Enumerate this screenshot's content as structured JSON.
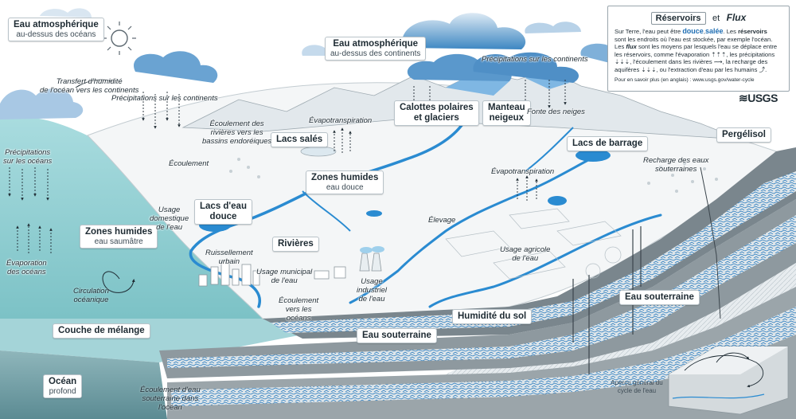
{
  "reservoirs": {
    "atmo_ocean": {
      "title": "Eau atmosphérique",
      "sub": "au-dessus des océans"
    },
    "atmo_continent": {
      "title": "Eau atmosphérique",
      "sub": "au-dessus des continents"
    },
    "calottes": {
      "title": "Calottes polaires",
      "title2": "et glaciers"
    },
    "manteau": {
      "title": "Manteau",
      "title2": "neigeux"
    },
    "lacs_sales": {
      "title": "Lacs salés"
    },
    "lacs_barrage": {
      "title": "Lacs de barrage"
    },
    "pergelisol": {
      "title": "Pergélisol"
    },
    "zones_humides_douce": {
      "title": "Zones humides",
      "sub": "eau douce"
    },
    "lacs_douce": {
      "title": "Lacs d'eau",
      "title2": "douce"
    },
    "zones_humides_saumatre": {
      "title": "Zones humides",
      "sub": "eau saumâtre"
    },
    "rivieres": {
      "title": "Rivières"
    },
    "eau_souterraine_right": {
      "title": "Eau souterraine"
    },
    "humidite_sol": {
      "title": "Humidité du sol"
    },
    "eau_souterraine_center": {
      "title": "Eau souterraine"
    },
    "couche_melange": {
      "title": "Couche de mélange"
    },
    "ocean_profond": {
      "title": "Océan",
      "sub": "profond"
    }
  },
  "fluxes": {
    "transfert": {
      "l1": "Transfert d'humidité",
      "l2": "de l'océan vers les continents"
    },
    "precip_cont_left": {
      "l1": "Précipitations sur les continents"
    },
    "precip_ocean": {
      "l1": "Précipitations",
      "l2": "sur les océans"
    },
    "ecoulement_rivieres": {
      "l1": "Écoulement des",
      "l2": "rivières vers les",
      "l3": "bassins endoréiques"
    },
    "evapotranspiration_1": {
      "l1": "Évapotranspiration"
    },
    "precip_cont_right": {
      "l1": "Précipitations sur les continents"
    },
    "fonte_neiges": {
      "l1": "Fonte des neiges"
    },
    "recharge": {
      "l1": "Recharge des eaux",
      "l2": "souterraines"
    },
    "ecoulement": {
      "l1": "Écoulement"
    },
    "evapotranspiration_2": {
      "l1": "Évapotranspiration"
    },
    "usage_domestique": {
      "l1": "Usage",
      "l2": "domestique",
      "l3": "de l'eau"
    },
    "elevage": {
      "l1": "Élevage"
    },
    "evaporation_oceans": {
      "l1": "Évaporation",
      "l2": "des océans"
    },
    "ruissellement": {
      "l1": "Ruissellement",
      "l2": "urbain"
    },
    "usage_agricole": {
      "l1": "Usage agricole",
      "l2": "de l'eau"
    },
    "usage_municipal": {
      "l1": "Usage municipal",
      "l2": "de l'eau"
    },
    "usage_industriel": {
      "l1": "Usage",
      "l2": "industriel",
      "l3": "de l'eau"
    },
    "circulation": {
      "l1": "Circulation",
      "l2": "océanique"
    },
    "ecoulement_oceans": {
      "l1": "Écoulement",
      "l2": "vers les",
      "l3": "océans"
    },
    "ecoulement_souterrain": {
      "l1": "Écoulement d'eau",
      "l2": "souterraine dans",
      "l3": "l'océan"
    }
  },
  "legend": {
    "reservoirs_label": "Réservoirs",
    "et": "et",
    "flux_label": "Flux",
    "line1a": "Sur Terre, l'eau peut être ",
    "douce": "douce",
    "comma": ",",
    "salee": "salée",
    "line1b": ". Les ",
    "reservoirs_word": "réservoirs",
    "line2": "sont les endroits où l'eau est stockée, par exemple l'océan.",
    "line3a": "Les ",
    "flux_word": "flux",
    "line3b": " sont les moyens par lesquels l'eau se déplace entre",
    "line4": "les réservoirs, comme l'évaporation ⇡⇡⇡, les précipitations",
    "line5": "⇣⇣⇣, l'écoulement dans les rivières ⟿, la recharge des",
    "line6": "aquifères ⇣⇣⇣, ou l'extraction d'eau par les humains ⤴.",
    "more": "Pour en savoir plus (en anglais) : www.usgs.gov/water-cycle"
  },
  "logo": {
    "text": "≋USGS"
  },
  "overview": {
    "caption": "Aperçu général du cycle de l'eau"
  },
  "colors": {
    "ocean": "#8fcfd2",
    "ocean_deep": "#6f9fa6",
    "water": "#2a8bd1",
    "cloud": "#3d87c2",
    "rock": "#6e7b82",
    "land": "#f4f6f7"
  }
}
